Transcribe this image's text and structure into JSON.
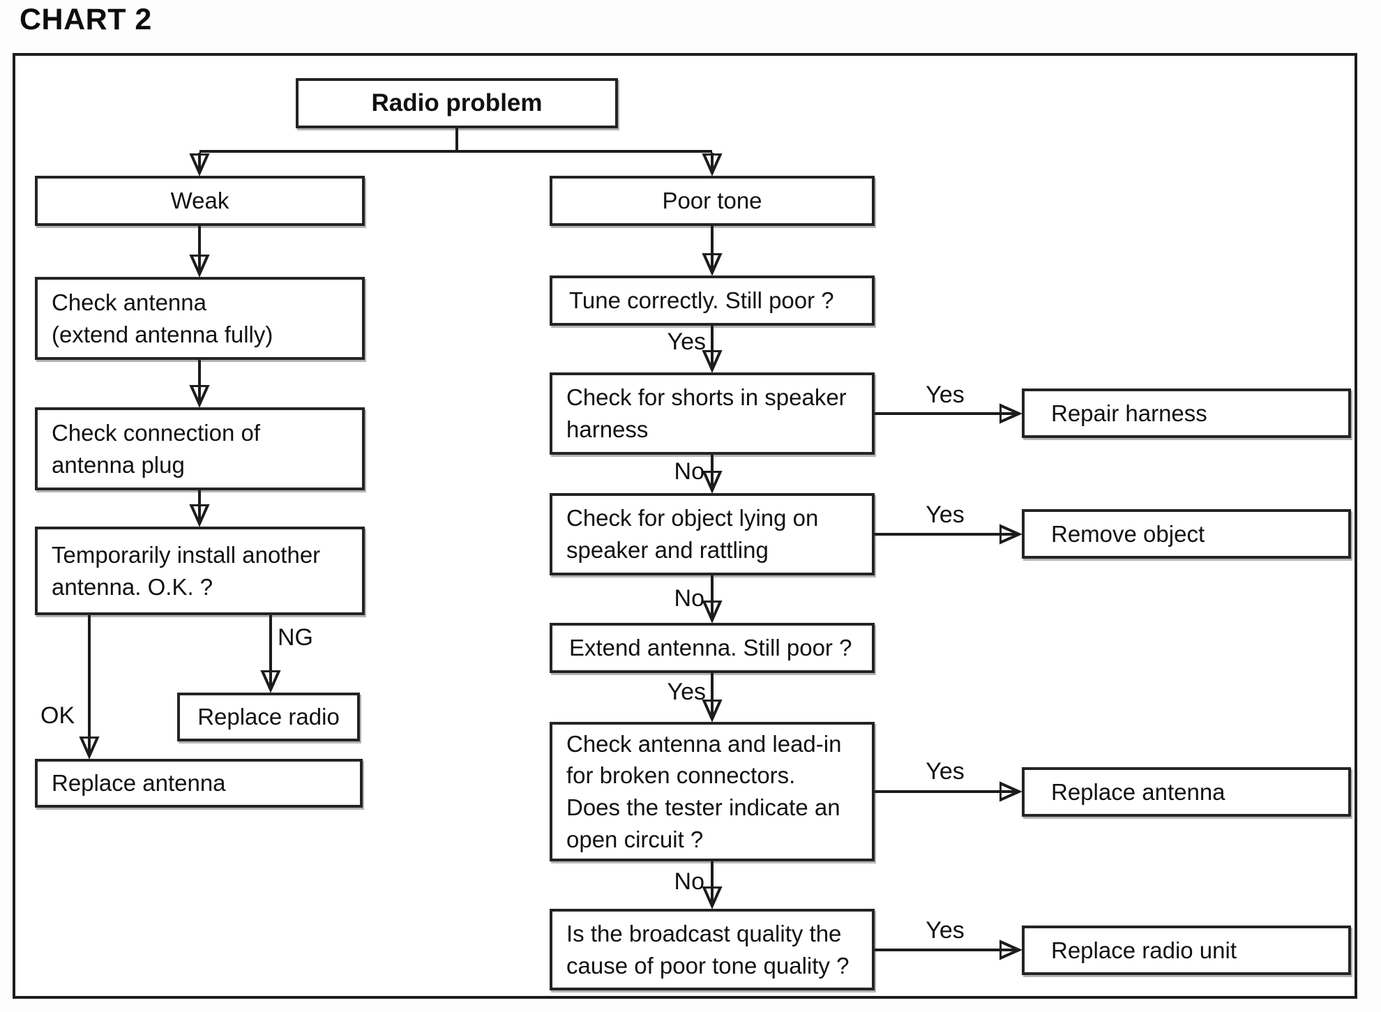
{
  "title": "CHART 2",
  "nodes": {
    "radio_problem": "Radio problem",
    "weak": "Weak",
    "check_antenna": "Check antenna\n(extend antenna fully)",
    "check_connection": "Check connection of\nantenna plug",
    "temp_install": "Temporarily install another\nantenna. O.K. ?",
    "replace_radio": "Replace radio",
    "replace_antenna_left": "Replace antenna",
    "poor_tone": "Poor tone",
    "tune_correctly": "Tune correctly. Still poor ?",
    "check_shorts": "Check for shorts in speaker\nharness",
    "repair_harness": "Repair harness",
    "check_object": "Check for object lying on\nspeaker and rattling",
    "remove_object": "Remove object",
    "extend_antenna": "Extend antenna. Still poor ?",
    "check_leadin": "Check antenna and lead-in\nfor broken connectors.\nDoes the tester indicate an\nopen circuit ?",
    "replace_antenna_right": "Replace antenna",
    "broadcast_quality": "Is the broadcast quality the\ncause of poor tone quality ?",
    "replace_radio_unit": "Replace radio unit"
  },
  "edges": {
    "ok": "OK",
    "ng": "NG",
    "tune_yes": "Yes",
    "shorts_yes": "Yes",
    "shorts_no": "No",
    "object_yes": "Yes",
    "object_no": "No",
    "extend_yes": "Yes",
    "leadin_yes": "Yes",
    "leadin_no": "No",
    "broadcast_yes": "Yes"
  },
  "colors": {
    "line": "#1c1c1c",
    "box_border": "#242424",
    "background": "#ffffff"
  }
}
